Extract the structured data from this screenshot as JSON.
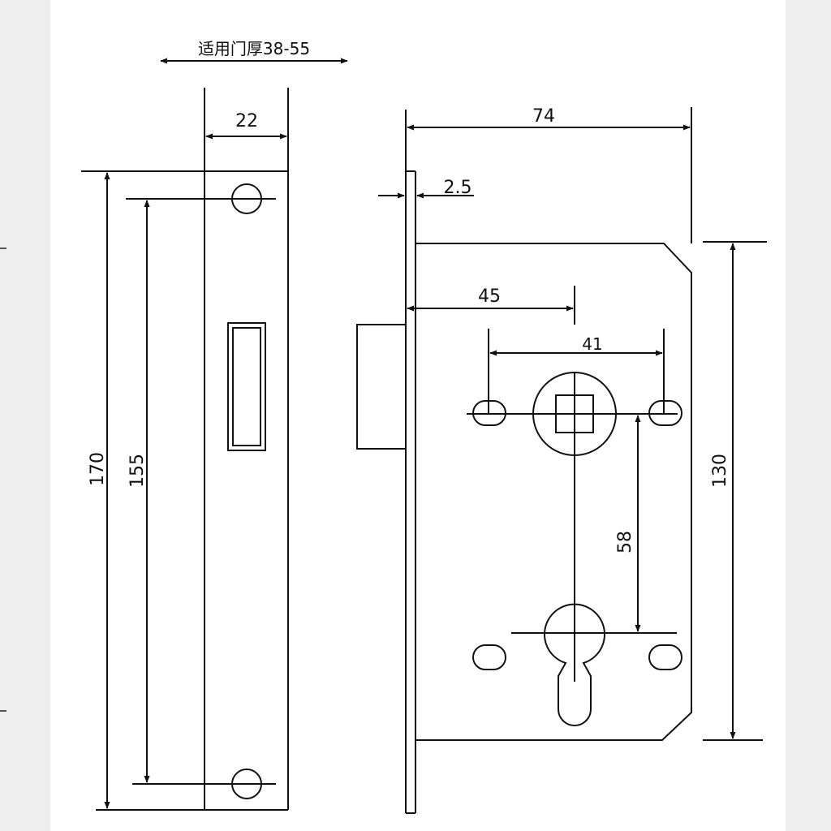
{
  "drawing": {
    "door_thickness_label": "适用门厚38-55",
    "faceplate_width": "22",
    "faceplate_height": "170",
    "screw_hole_spacing": "155",
    "case_depth": "74",
    "faceplate_thickness": "2.5",
    "backset": "45",
    "handle_screw_spacing": "41",
    "handle_to_cylinder": "58",
    "case_height": "130"
  },
  "colors": {
    "paper": "#ffffff",
    "background": "#eeeeee",
    "line": "#111111"
  }
}
